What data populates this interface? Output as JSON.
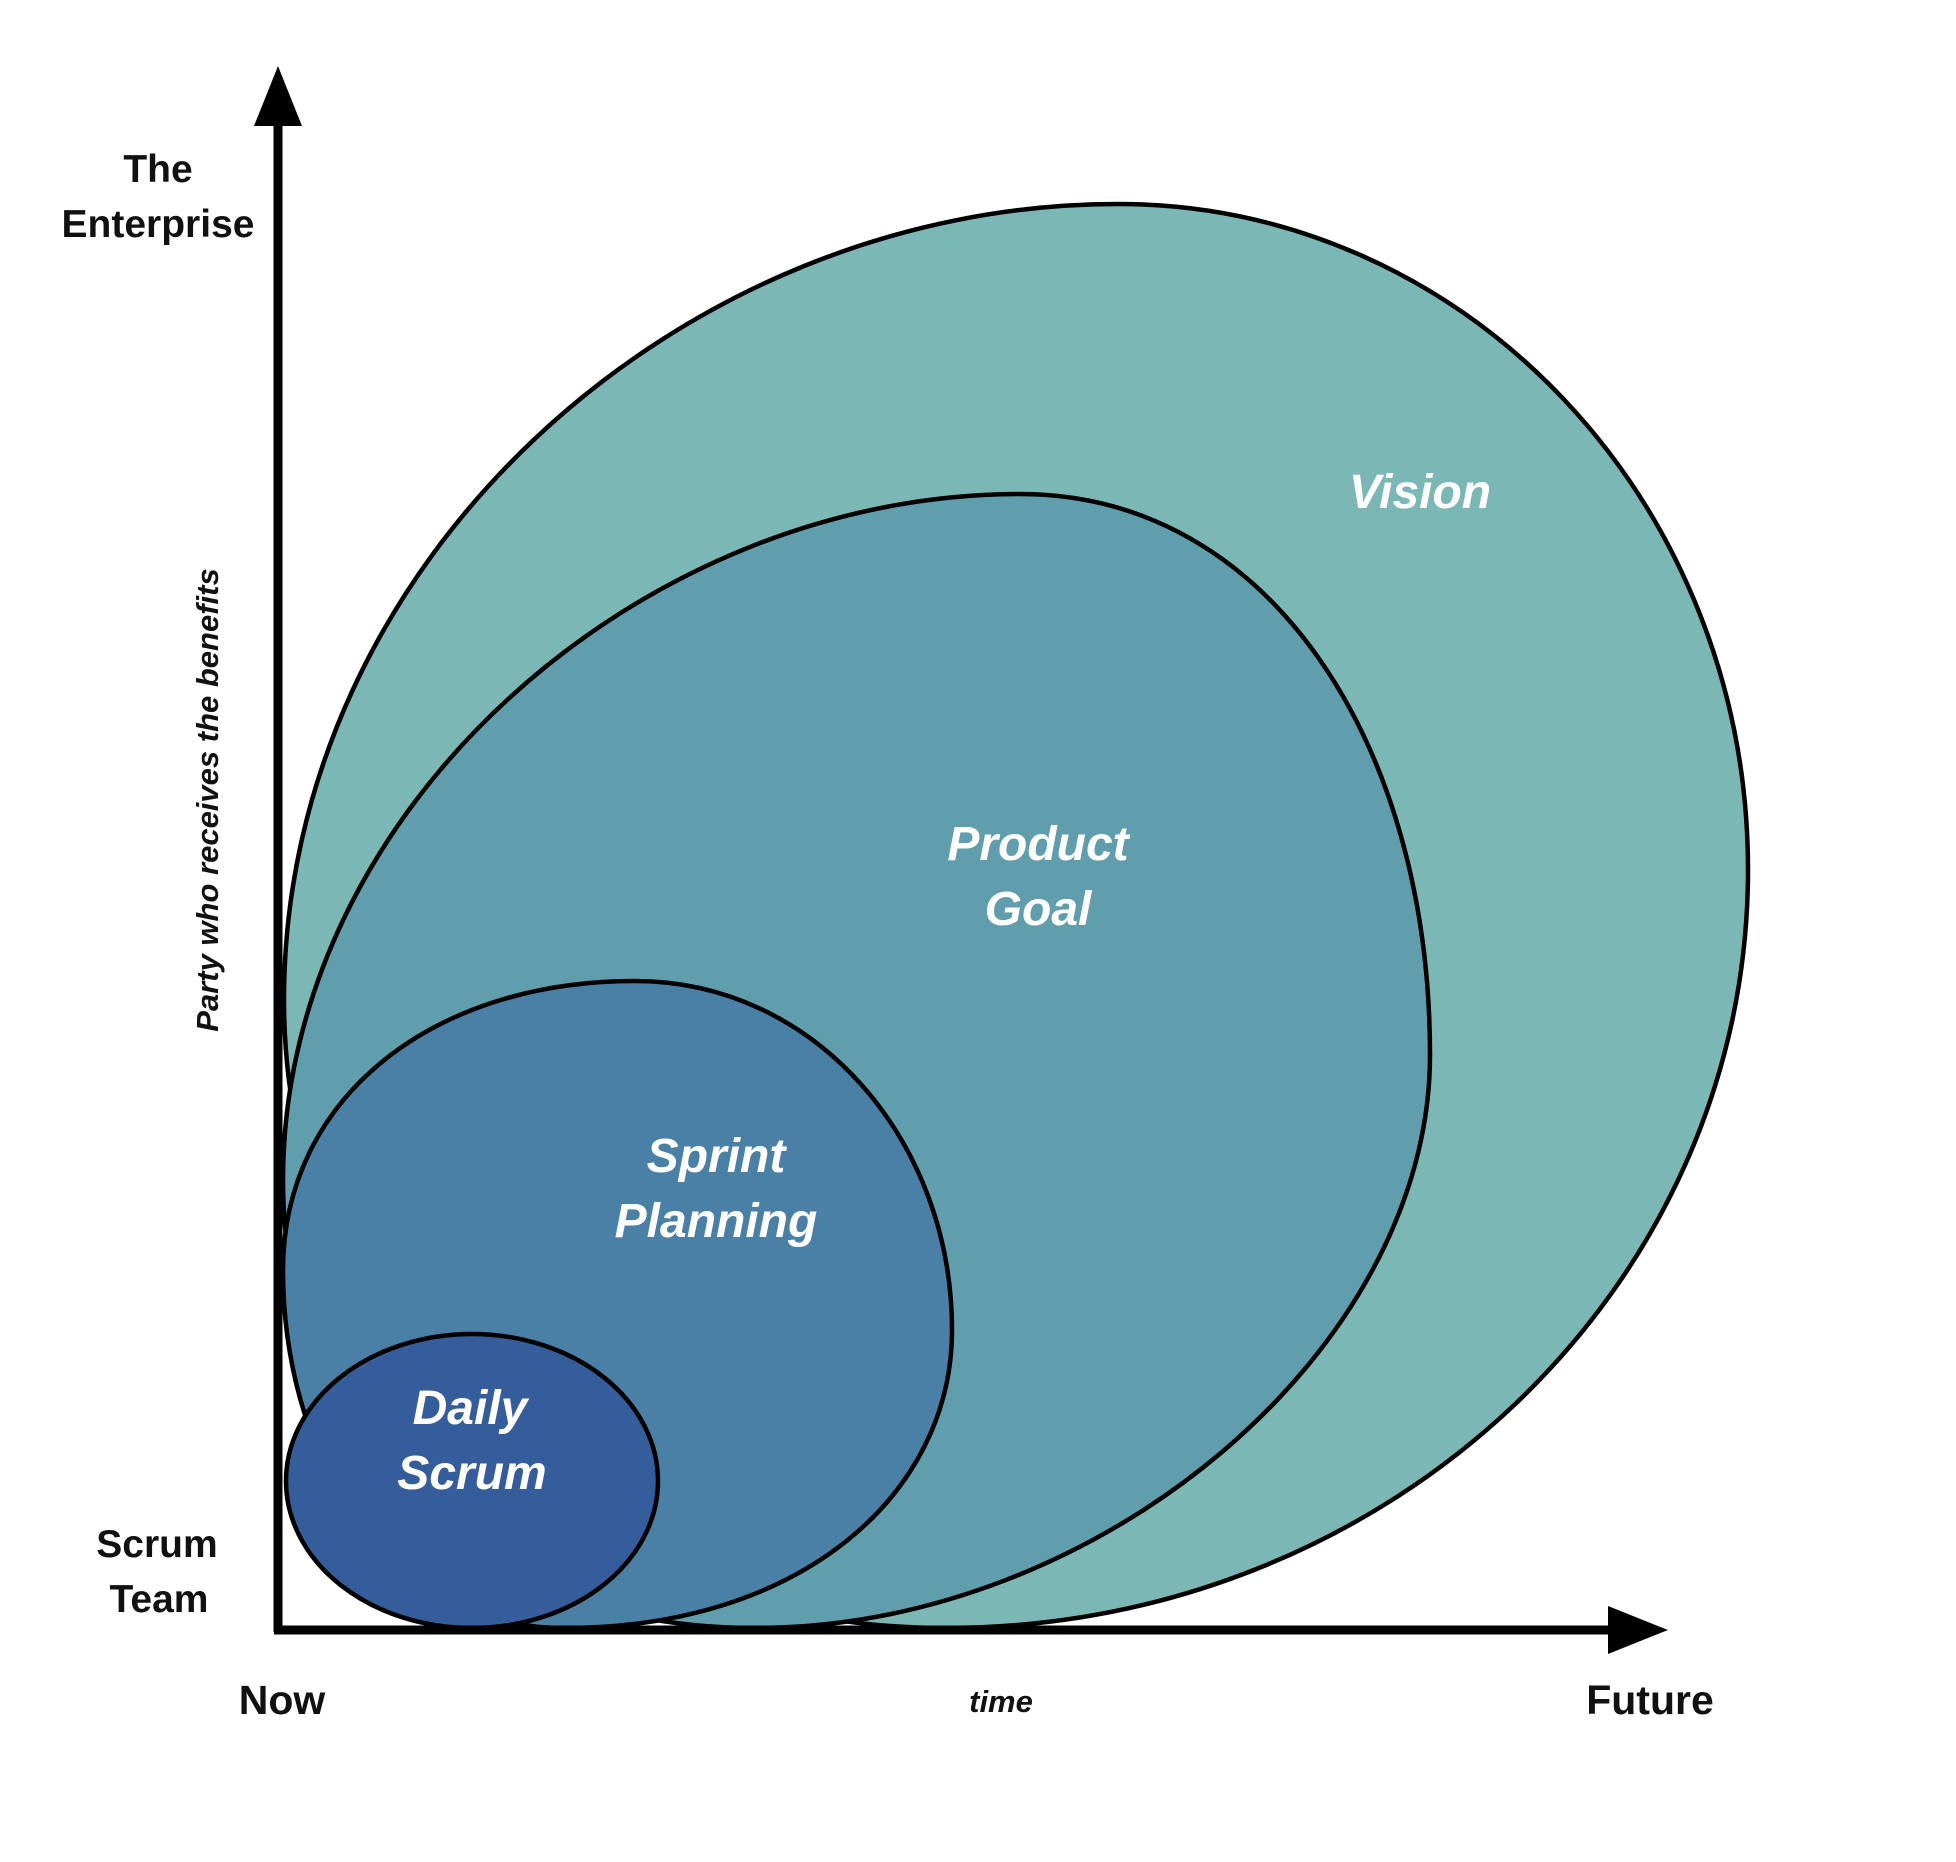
{
  "colors": {
    "background": "#ffffff",
    "outline": "#000000",
    "bubble_label_text": "#ffffff",
    "axis_text": "#111111",
    "vision": "#7bb8b5",
    "product_goal": "#609ead",
    "sprint_planning": "#4b80a6",
    "daily_scrum": "#355d9b"
  },
  "bubbles": [
    {
      "name": "Vision",
      "label_lines": [
        "Vision"
      ]
    },
    {
      "name": "Product Goal",
      "label_lines": [
        "Product",
        "Goal"
      ]
    },
    {
      "name": "Sprint Planning",
      "label_lines": [
        "Sprint",
        "Planning"
      ]
    },
    {
      "name": "Daily Scrum",
      "label_lines": [
        "Daily",
        "Scrum"
      ]
    }
  ],
  "y_axis": {
    "top_label_lines": [
      "The",
      "Enterprise"
    ],
    "bottom_label_lines": [
      "Scrum",
      "Team"
    ],
    "title": "Party who receives the benefits"
  },
  "x_axis": {
    "start_label": "Now",
    "title": "time",
    "end_label": "Future"
  }
}
